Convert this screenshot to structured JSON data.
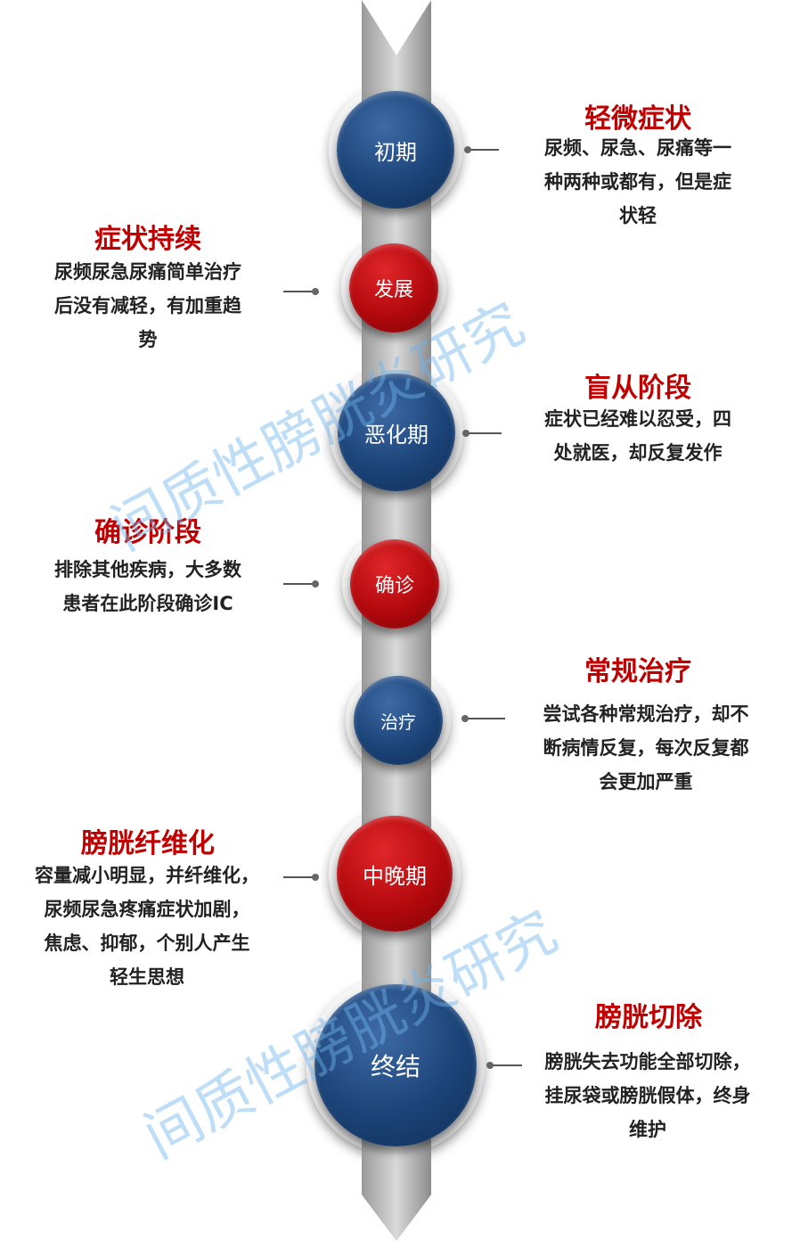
{
  "stages": [
    {
      "label": "初期",
      "color": "blue"
    },
    {
      "label": "发展",
      "color": "red"
    },
    {
      "label": "恶化期",
      "color": "blue"
    },
    {
      "label": "确诊",
      "color": "red"
    },
    {
      "label": "治疗",
      "color": "blue"
    },
    {
      "label": "中晚期",
      "color": "red"
    },
    {
      "label": "终结",
      "color": "blue"
    }
  ],
  "notes": [
    {
      "title": "轻微症状",
      "lines": [
        "尿频、尿急、尿痛等一",
        "种两种或都有，但是症",
        "状轻"
      ]
    },
    {
      "title": "症状持续",
      "lines": [
        "尿频尿急尿痛简单治疗",
        "后没有减轻，有加重趋",
        "势"
      ]
    },
    {
      "title": "盲从阶段",
      "lines": [
        "症状已经难以忍受，四",
        "处就医，却反复发作"
      ]
    },
    {
      "title": "确诊阶段",
      "lines": [
        "排除其他疾病，大多数",
        "患者在此阶段确诊IC"
      ]
    },
    {
      "title": "常规治疗",
      "lines": [
        "尝试各种常规治疗，却不",
        "断病情反复，每次反复都",
        "会更加严重"
      ]
    },
    {
      "title": "膀胱纤维化",
      "lines": [
        "容量减小明显，并纤维化，",
        "尿频尿急疼痛症状加剧，",
        "焦虑、抑郁，个别人产生",
        "轻生思想"
      ]
    },
    {
      "title": "膀胱切除",
      "lines": [
        "膀胱失去功能全部切除，",
        "挂尿袋或膀胱假体，终身",
        "维护"
      ]
    }
  ],
  "watermark": "间质性膀胱炎研究",
  "colors": {
    "title_red": "#c00000",
    "stage_blue": "#1b4478",
    "stage_red": "#b3090d"
  }
}
